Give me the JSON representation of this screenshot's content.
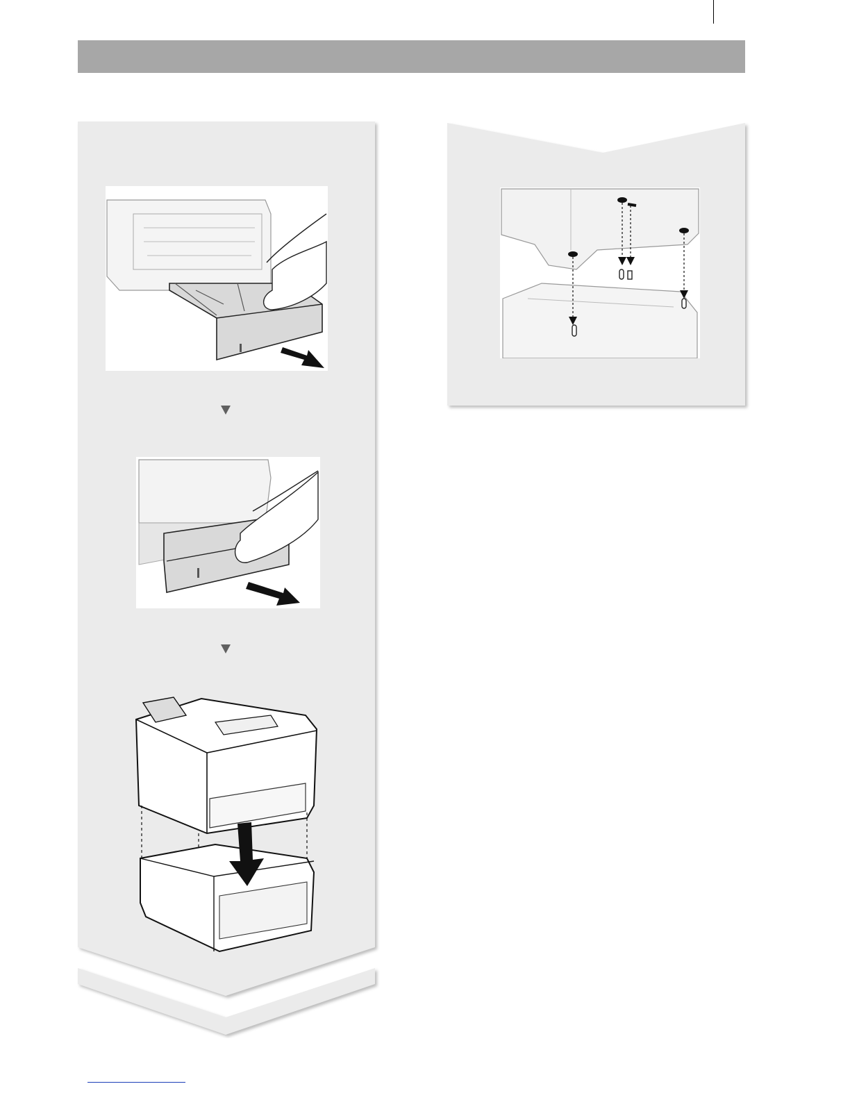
{
  "page": {
    "header_bar_color": "#a7a7a7",
    "panel_color": "#ebebeb",
    "arrow_color": "#606060"
  },
  "left_panel": {
    "illustrations": [
      {
        "name": "pull-out-tray-from-feeder-illustration"
      },
      {
        "name": "pull-out-tray-from-printer-illustration"
      },
      {
        "name": "place-printer-on-feeder-illustration"
      }
    ],
    "step_arrows": 2
  },
  "right_panel": {
    "illustrations": [
      {
        "name": "align-pins-with-holes-illustration"
      }
    ]
  }
}
